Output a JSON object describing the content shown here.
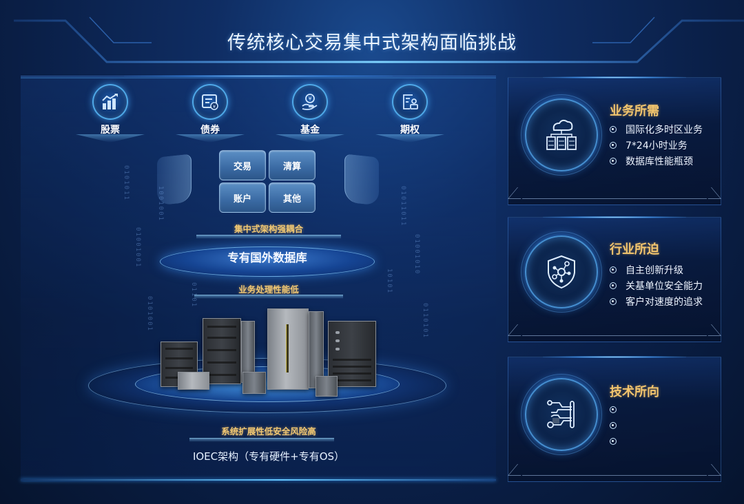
{
  "title": "传统核心交易集中式架构面临挑战",
  "left": {
    "products": [
      {
        "label": "股票",
        "icon": "stock-chart-icon"
      },
      {
        "label": "债券",
        "icon": "bond-document-icon"
      },
      {
        "label": "基金",
        "icon": "fund-yen-hand-icon"
      },
      {
        "label": "期权",
        "icon": "option-contract-stamp-icon"
      }
    ],
    "puzzle": [
      "交易",
      "清算",
      "账户",
      "其他"
    ],
    "caption_coupling": "集中式架构强耦合",
    "database_label": "专有国外数据库",
    "caption_performance": "业务处理性能低",
    "caption_risk": "系统扩展性低安全风险高",
    "architecture": "IOEC架构（专有硬件+专有OS）"
  },
  "cards": [
    {
      "title": "业务所需",
      "icon": "cloud-servers-icon",
      "items": [
        "国际化多时区业务",
        "7*24小时业务",
        "数据库性能瓶颈"
      ]
    },
    {
      "title": "行业所迫",
      "icon": "shield-network-icon",
      "items": [
        "自主创新升级",
        "关基单位安全能力",
        "客户对速度的追求"
      ]
    },
    {
      "title": "技术所向",
      "icon": "circuit-icon",
      "items": [
        "",
        "",
        ""
      ]
    }
  ],
  "colors": {
    "background": "#0a1f47",
    "accent_glow": "#66c8ff",
    "gold_text": "#f2c56e",
    "puzzle_blue": "#3a6aa3"
  }
}
